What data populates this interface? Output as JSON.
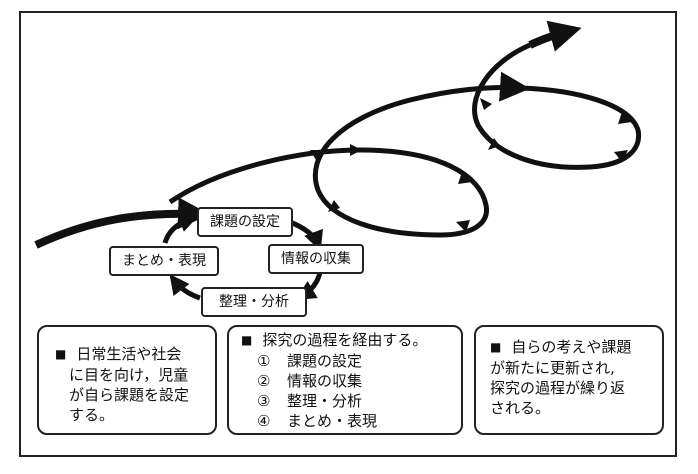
{
  "cycle_steps": [
    "課題の設定",
    "情報の収集",
    "整理・分析",
    "まとめ・表現"
  ],
  "boxes": {
    "left": {
      "bullet": "■",
      "lines": [
        "日常生活や社会",
        "に目を向け，児童",
        "が自ら課題を設定",
        "する。"
      ]
    },
    "middle": {
      "bullet": "■",
      "title": "探究の過程を経由する。",
      "items": [
        {
          "num": "①",
          "text": "課題の設定"
        },
        {
          "num": "②",
          "text": "情報の収集"
        },
        {
          "num": "③",
          "text": "整理・分析"
        },
        {
          "num": "④",
          "text": "まとめ・表現"
        }
      ]
    },
    "right": {
      "bullet": "■",
      "lines": [
        "自らの考えや課題",
        "が新たに更新され,",
        "探究の過程が繰り返",
        "される。"
      ]
    }
  },
  "colors": {
    "line": "#111111",
    "border": "#222222",
    "background": "#ffffff"
  }
}
